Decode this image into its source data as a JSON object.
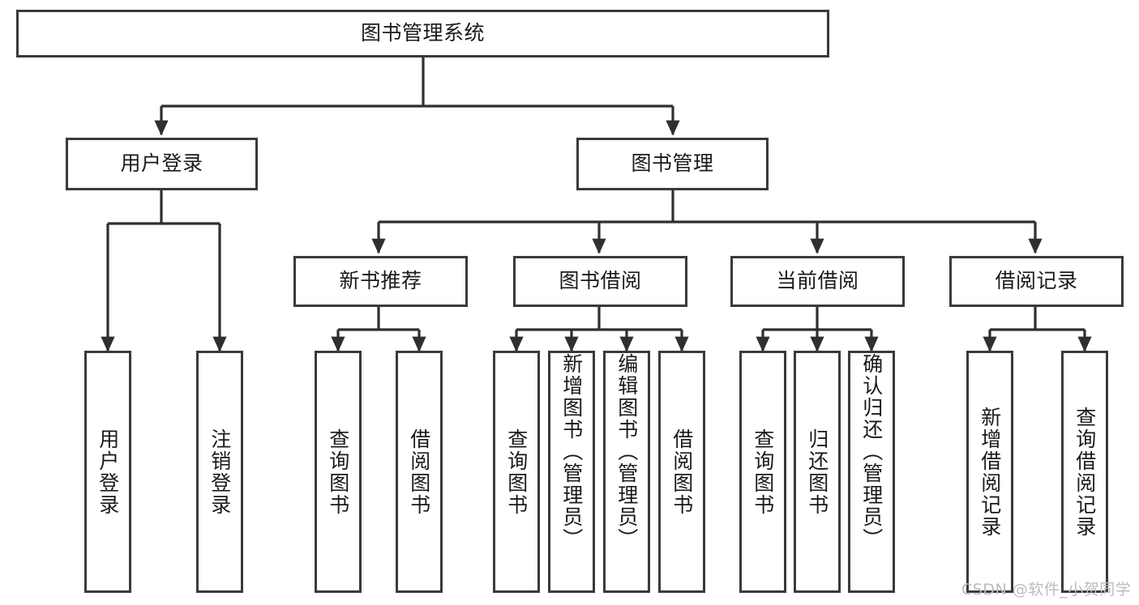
{
  "diagram": {
    "title": "图书管理系统",
    "type": "tree",
    "orientation": "top-down",
    "colors": {
      "box_border": "#3a3a3a",
      "box_fill": "#ffffff",
      "edge": "#2f2f2f",
      "text": "#1a1a1a",
      "watermark": "#b9bcc0",
      "background": "#ffffff"
    },
    "root": {
      "id": "root",
      "label": "图书管理系统",
      "text_direction": "horizontal"
    },
    "level1": [
      {
        "id": "user-login",
        "label": "用户登录",
        "text_direction": "horizontal"
      },
      {
        "id": "book-manage",
        "label": "图书管理",
        "text_direction": "horizontal"
      }
    ],
    "level2": [
      {
        "id": "new-book-recommend",
        "label": "新书推荐",
        "parent": "book-manage",
        "text_direction": "horizontal"
      },
      {
        "id": "book-borrow",
        "label": "图书借阅",
        "parent": "book-manage",
        "text_direction": "horizontal"
      },
      {
        "id": "current-borrow",
        "label": "当前借阅",
        "parent": "book-manage",
        "text_direction": "horizontal"
      },
      {
        "id": "borrow-record",
        "label": "借阅记录",
        "parent": "book-manage",
        "text_direction": "horizontal"
      }
    ],
    "leaves": [
      {
        "id": "leaf-user-login",
        "label": "用户登录",
        "parent": "user-login",
        "text_direction": "vertical"
      },
      {
        "id": "leaf-logout",
        "label": "注销登录",
        "parent": "user-login",
        "text_direction": "vertical"
      },
      {
        "id": "leaf-query-book-1",
        "label": "查询图书",
        "parent": "new-book-recommend",
        "text_direction": "vertical"
      },
      {
        "id": "leaf-borrow-book-1",
        "label": "借阅图书",
        "parent": "new-book-recommend",
        "text_direction": "vertical"
      },
      {
        "id": "leaf-query-book-2",
        "label": "查询图书",
        "parent": "book-borrow",
        "text_direction": "vertical"
      },
      {
        "id": "leaf-add-book",
        "label": "新增图书（管理员）",
        "parent": "book-borrow",
        "text_direction": "vertical"
      },
      {
        "id": "leaf-edit-book",
        "label": "编辑图书（管理员）",
        "parent": "book-borrow",
        "text_direction": "vertical"
      },
      {
        "id": "leaf-borrow-book-2",
        "label": "借阅图书",
        "parent": "book-borrow",
        "text_direction": "vertical"
      },
      {
        "id": "leaf-query-book-3",
        "label": "查询图书",
        "parent": "current-borrow",
        "text_direction": "vertical"
      },
      {
        "id": "leaf-return-book",
        "label": "归还图书",
        "parent": "current-borrow",
        "text_direction": "vertical"
      },
      {
        "id": "leaf-confirm-return",
        "label": "确认归还（管理员）",
        "parent": "current-borrow",
        "text_direction": "vertical"
      },
      {
        "id": "leaf-add-record",
        "label": "新增借阅记录",
        "parent": "borrow-record",
        "text_direction": "vertical"
      },
      {
        "id": "leaf-query-record",
        "label": "查询借阅记录",
        "parent": "borrow-record",
        "text_direction": "vertical"
      }
    ]
  },
  "watermark": {
    "text": "CSDN @软件_小贺同学"
  }
}
